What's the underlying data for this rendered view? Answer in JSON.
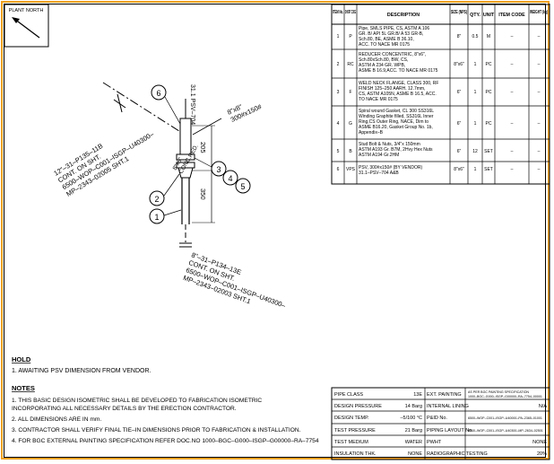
{
  "north_label": "PLANT NORTH",
  "bom": {
    "headers": [
      "ITEM No.",
      "SHORT CODE",
      "DESCRIPTION",
      "SIZE (NPS)",
      "QTY.",
      "UNIT",
      "ITEM CODE",
      "WEIGHT (kg)"
    ],
    "rows": [
      {
        "no": "1",
        "code": "P",
        "desc": [
          "Pipe, SMLS PIPE, CS, ASTM A 106",
          "GR. B/ API 5L GR.B/ A 53 GR-B,",
          "Sch.80, BE, ASME B 36.10,",
          "ACC. TO NACE MR 0175"
        ],
        "size": "8\"",
        "qty": "0.5",
        "unit": "M",
        "item": "–",
        "weight": "–"
      },
      {
        "no": "2",
        "code": "RC",
        "desc": [
          "REDUCER CONCENTRIC, 8\"x6\",",
          "Sch.80xSch.80, BW, CS,",
          "ASTM A 234 GR. WPB,",
          "ASME B 16.9,ACC. TO NACE MR 0175"
        ],
        "size": "8\"x6\"",
        "qty": "1",
        "unit": "PC",
        "item": "–",
        "weight": "–"
      },
      {
        "no": "3",
        "code": "F",
        "desc": [
          "WELD NECK FLANGE, CLASS 300, RF",
          "FINISH 125–250 AARH, 12.7mm,",
          "CS, ASTM A105N, ASME B 16.5, ACC.",
          "TO NACE MR 0175"
        ],
        "size": "6\"",
        "qty": "1",
        "unit": "PC",
        "item": "–",
        "weight": "–"
      },
      {
        "no": "4",
        "code": "G",
        "desc": [
          "Spiral wound Gasket, CL 300 SS316L",
          "Winding Graphite filled, SS316L Inner",
          "Ring,CS Outer Ring, NACE, Dim to",
          "ASME B16.20, Gasket Group No. 1b,",
          "Appendix–B"
        ],
        "size": "6\"",
        "qty": "1",
        "unit": "PC",
        "item": "–",
        "weight": "–"
      },
      {
        "no": "5",
        "code": "B",
        "desc": [
          "Stud Bolt & Nuts, 3/4\"x 150mm",
          "ASTM A193 Gr. B7M, 2Hvy Hex Nuts",
          "ASTM A194 Gr.2HM"
        ],
        "size": "6\"",
        "qty": "12",
        "unit": "SET",
        "item": "–",
        "weight": "–"
      },
      {
        "no": "6",
        "code": "VPS",
        "desc": [
          "PSV, 300#x150# (BY VENDOR)",
          "31.1–PSV–704 A&B"
        ],
        "size": "8\"x6\"",
        "qty": "1",
        "unit": "SET",
        "item": "–",
        "weight": "–"
      }
    ]
  },
  "drawing": {
    "upper_line": [
      "12\"–31–P135–11B",
      "CONT. ON SHT.",
      "6500–WOP–C001–ISGP–U40300–",
      "MP–2343–02005 SHT.1"
    ],
    "lower_line": [
      "8\"–31–P134–13E",
      "CONT. ON SHT.",
      "6500–WOP–C001–ISGP–U40300–",
      "MP–2343–02003 SHT.1"
    ],
    "flange_label": [
      "8\"x8\"",
      "300#x150#"
    ],
    "tag_label": "31.1 PSV–704",
    "reducer_label": [
      "8\"x6\"",
      "CONC.RED."
    ],
    "dim_top": "205",
    "dim_bottom": "350",
    "balloons": [
      "1",
      "2",
      "3",
      "4",
      "5",
      "6"
    ]
  },
  "notes": {
    "hold_title": "HOLD",
    "hold_items": [
      "1.  AWAITING PSV DIMENSION FROM VENDOR."
    ],
    "notes_title": "NOTES",
    "items": [
      "1.  THIS BASIC DESIGN ISOMETRIC SHALL BE DEVELOPED TO FABRICATION ISOMETRIC",
      "     INCORPORATING ALL NECESSARY DETAILS BY THE ERECTION CONTRACTOR.",
      "2.  ALL DIMENSIONS ARE IN mm.",
      "3.  CONTRACTOR SHALL VERIFY FINAL TIE–IN DIMENSIONS PRIOR TO FABRICATION & INSTALLATION.",
      "4.  FOR BGC EXTERNAL PAINTING SPECIFICATION REFER DOC.NO 1000–BGC–G000–ISGP–G00000–RA–7754"
    ]
  },
  "props": [
    {
      "l1": "PIPE CLASS",
      "v1": "13E",
      "l2": "EXT. PAINTING",
      "v2": [
        "AS PER BGC PAINTING SPECIFICATION",
        "1000–BGC–G000–ISGP–G00000–RA–7754–00001"
      ]
    },
    {
      "l1": "DESIGN PRESSURE",
      "v1": "14 Barg",
      "l2": "INTERNAL LINING",
      "v2": [
        "N/A"
      ]
    },
    {
      "l1": "DESIGN TEMP.",
      "v1": "–5/100 °C",
      "l2": "P&ID No.",
      "v2": [
        "6500–WOP–C001–ISGP–U40000–PA–2365–01001"
      ]
    },
    {
      "l1": "TEST PRESSURE",
      "v1": "21 Barg",
      "l2": "PIPING LAYOUT No.",
      "v2": [
        "6500–WOP–C001–ISGP–U40300–MP–2634–02501"
      ]
    },
    {
      "l1": "TEST MEDIUM",
      "v1": "WATER",
      "l2": "PWHT",
      "v2": [
        "NONE"
      ]
    },
    {
      "l1": "INSULATION THK.",
      "v1": "NONE",
      "l2": "RADIOGRAPHIC TESTING",
      "v2": [
        "20%"
      ]
    }
  ]
}
